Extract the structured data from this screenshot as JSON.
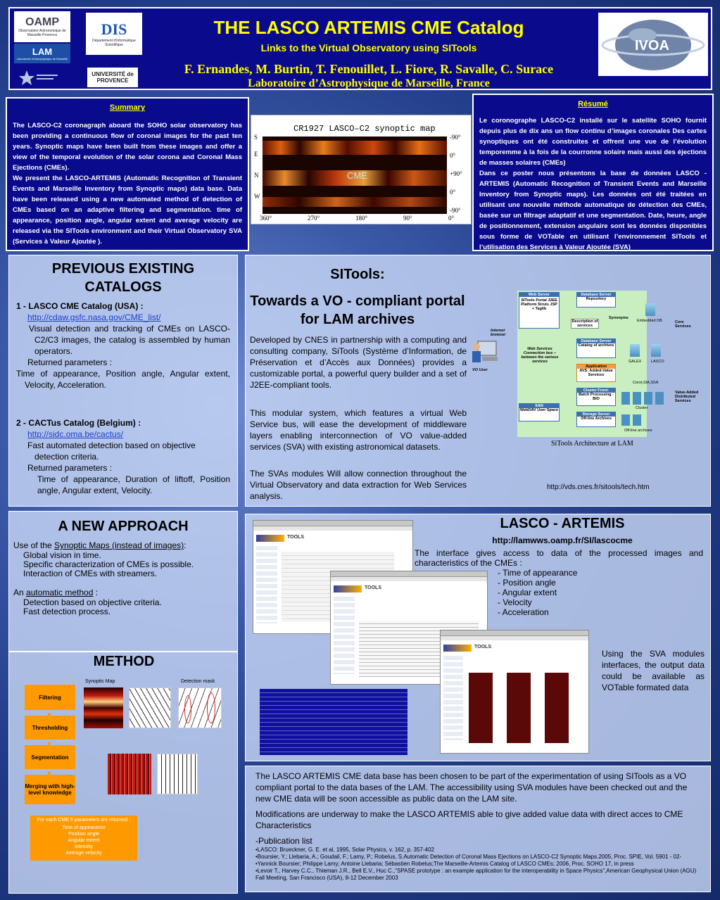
{
  "header": {
    "title": "THE LASCO ARTEMIS CME Catalog",
    "subtitle": "Links to the Virtual Observatory using SITools",
    "authors": "F. Ernandes, M. Burtin, T. Fenouillet, L. Fiore, R. Savalle, C. Surace",
    "lab": "Laboratoire d’Astrophysique de Marseille, France",
    "logos": {
      "oamp": "OAMP",
      "oamp_sub": "Observatoire Astronomique de Marseille Provence",
      "dis": "DIS",
      "dis_sub": "Département d'Informatique Scientifique",
      "lam": "LAM",
      "lam_sub": "Laboratoire d'Astrophysique de Marseille",
      "univ": "UNIVERSITÉ de PROVENCE",
      "ivoa": "IVOA"
    }
  },
  "summary": {
    "title": "Summary",
    "p1": "The LASCO-C2 coronagraph aboard the SOHO solar observatory has been providing a continuous flow of coronal images for the past ten years. Synoptic maps have been built from these images and offer a view of the temporal evolution of the solar corona and Coronal Mass Ejections (CMEs).",
    "p2": "We present the LASCO-ARTEMIS (Automatic Recognition of Transient Events and Marseille Inventory from Synoptic maps) data base. Data have been released using a new automated method of detection of CMEs based on an adaptive filtering and segmentation. time of appearance, position angle, angular extent and average velocity are released via the SITools environment and their Virtual Observatory SVA (Services à Valeur Ajoutée )."
  },
  "synoptic_map": {
    "title": "CR1927 LASCO–C2 synoptic map",
    "label_cme": "CME",
    "left_letters": [
      "S",
      "E",
      "N",
      "W"
    ],
    "right_ticks": [
      "-90°",
      "0°",
      "+90°",
      "0°",
      "-90°"
    ],
    "bottom_ticks": [
      "360°",
      "270°",
      "180°",
      "90°",
      "0°"
    ]
  },
  "resume": {
    "title": "Résumé",
    "p1": "Le coronographe LASCO-C2 installé sur le satellite SOHO fournit depuis plus de dix ans un flow continu d’images coronales Des cartes synoptiques ont été construites et offrent une vue de l’évolution temporemme à la fois de la courronne solaire mais aussi des éjections de masses solaires (CMEs)",
    "p2": "Dans ce poster nous présentons la base de données LASCO - ARTEMIS (Automatic Recognition of Transient Events and Marseille Inventory from Synoptic maps). Les données ont été traitées en utilisant une nouvelle méthode automatique de détection des CMEs, basée sur un filtrage adaptatif et une segmentation. Date, heure, angle de positionnement, extension angulaire sont les données disponibles sous forme de VOTable en utilisant l’environnement SITools et l’utilisation des Services à Valeur Ajoutée (SVA)"
  },
  "previous": {
    "title": "PREVIOUS EXISTING CATALOGS",
    "c1_title": "1 - LASCO CME Catalog (USA) :",
    "c1_link": "http://cdaw.gsfc.nasa.gov/CME_list/",
    "c1_desc": "Visual detection and tracking of CMEs on LASCO-C2/C3 images, the catalog is assembled by human operators.",
    "c1_ret": "Returned parameters :",
    "c1_params": "Time of appearance, Position angle, Angular extent, Velocity, Acceleration.",
    "c2_title": "2 - CACTus Catalog (Belgium) :",
    "c2_link": "http://sidc.oma.be/cactus/",
    "c2_desc": "Fast automated detection based on objective detection criteria.",
    "c2_ret": "Returned parameters :",
    "c2_params": "Time of appearance, Duration of liftoff, Position angle, Angular extent, Velocity."
  },
  "sitools": {
    "title": "SITools:",
    "subtitle": "Towards a VO - compliant portal for LAM archives",
    "p1": "Developed by CNES in partnership with a computing and consulting company, SiTools (Système d’Information, de Préservation et d’Accès aux Données) provides a customizable portal, a powerful query builder and a set of J2EE-compliant tools.",
    "p2": "This modular system, which features a virtual Web Service bus, will ease the development of middleware layers enabling interconnection of VO value-added services (SVA) with existing astronomical datasets.",
    "p3": "The SVAs modules Will allow connection throughout the Virtual Observatory and data extraction for Web Services analysis.",
    "arch_caption": "SiTools Architecture at LAM",
    "arch_url": "http://vds.cnes.fr/sitools/tech.htm",
    "arch": {
      "web_server": "Web Server",
      "web_server_body": "SITools Portal J2EE Platform Struts JSP + Taglib",
      "db_server1": "Database Server",
      "repository": "Repository",
      "synonyms": "Synonyms",
      "embedded_db": "Embedded DB",
      "description": "Description of services",
      "core": "Core Services",
      "internet": "Internet browser",
      "vo_user": "VO User",
      "ws_bus": "Web Services Connection bus – between the various services",
      "db_server2": "Database Server",
      "catalog": "Catalog of archives",
      "galex": "GALEX",
      "lasco": "LASCO",
      "application": "Application",
      "avs": "AVS: Added-Value Services",
      "corot": "Corot,SIA,SSA",
      "value_added": "Value-Added Distributed Services",
      "cluster_front": "Cluster Front-",
      "batch": "Batch Processing - BIO",
      "cluster": "Cluster",
      "san": "SAN",
      "webdav": "WebDAV User Space",
      "storage": "Storage Server",
      "offline": "Off-line Archives",
      "offline2": "Off-line archives"
    }
  },
  "new_approach": {
    "title": "A NEW APPROACH",
    "use_prefix": "Use of the ",
    "use_link": "Synoptic Maps (instead of images)",
    "use_suffix": ":",
    "l1": "Global vision in time.",
    "l2": "Specific characterization of CMEs is possible.",
    "l3": "Interaction of CMEs with streamers.",
    "an_prefix": "An ",
    "an_link": "automatic method",
    "an_suffix": " :",
    "l4": "Detection based on objective criteria.",
    "l5": "Fast detection process."
  },
  "method": {
    "title": "METHOD",
    "col1": "Synoptic Map",
    "col2": "Detection mask",
    "steps": [
      "Filtering",
      "Thresholding",
      "Segmentation",
      "Merging with high-level knowledge"
    ],
    "params_title": "For each CME 5 parameters are returned :",
    "params": [
      "Time of appearance",
      "Position angle",
      "Angular extent",
      "Intensity",
      "Average velocity"
    ]
  },
  "artemis": {
    "title": "LASCO - ARTEMIS",
    "url": "http://lamwws.oamp.fr/SI/lascocme",
    "intro": "The interface gives access to data of the processed images and characteristics of the CMEs :",
    "items": [
      "- Time of appearance",
      "- Position angle",
      "- Angular extent",
      "- Velocity",
      "- Acceleration"
    ],
    "sva": "Using the SVA modules interfaces, the output data could be available as VOTable formated data",
    "shot_logo": "TOOLS"
  },
  "conclusion": {
    "p1": "The LASCO ARTEMIS CME data base has been chosen to be part of the experimentation of using SITools as a VO compliant portal to the data bases of the LAM. The accessibility using SVA modules have been checked out and the new CME data will be soon accessible as public data on the LAM site.",
    "p2": "Modifications are underway to make the LASCO ARTEMIS able to give added value data with direct acces to CME Characteristics",
    "pub_title": "-Publication list",
    "pubs": [
      "•LASCO: Brueckner, G. E. et al, 1995, Solar Physics, v. 162, p. 357-402",
      "•Boursier, Y.; Llebaria, A.; Goudail, F.; Lamy, P.; Robelus, S.Automatic Detection of Coronal Mass Ejections on LASCO-C2 Synoptic Maps.2005, Proc. SPIE, Vol. 5901 - 02-",
      "•Yannick Boursier; Philippe Lamy; Antoine Llebaria; Sébastien Robelus;The Marseille-Artemis Catalog of LASCO CMEs; 2006, Proc. SOHO 17, in press",
      "•Levoir T., Harvey C.C., Thieman J.R., Bell E.V., Huc C.,”SPASE prototype : an example application for the interoperability in Space Physics”,American Geophysical Union (AGU) Fall Meeting, San Francisco (USA), 8-12 December 2003"
    ]
  },
  "colors": {
    "header_bg": "#0a0a8c",
    "title_yellow": "#ffff00",
    "method_orange": "#ff9900",
    "link_blue": "#1a3fd0"
  }
}
